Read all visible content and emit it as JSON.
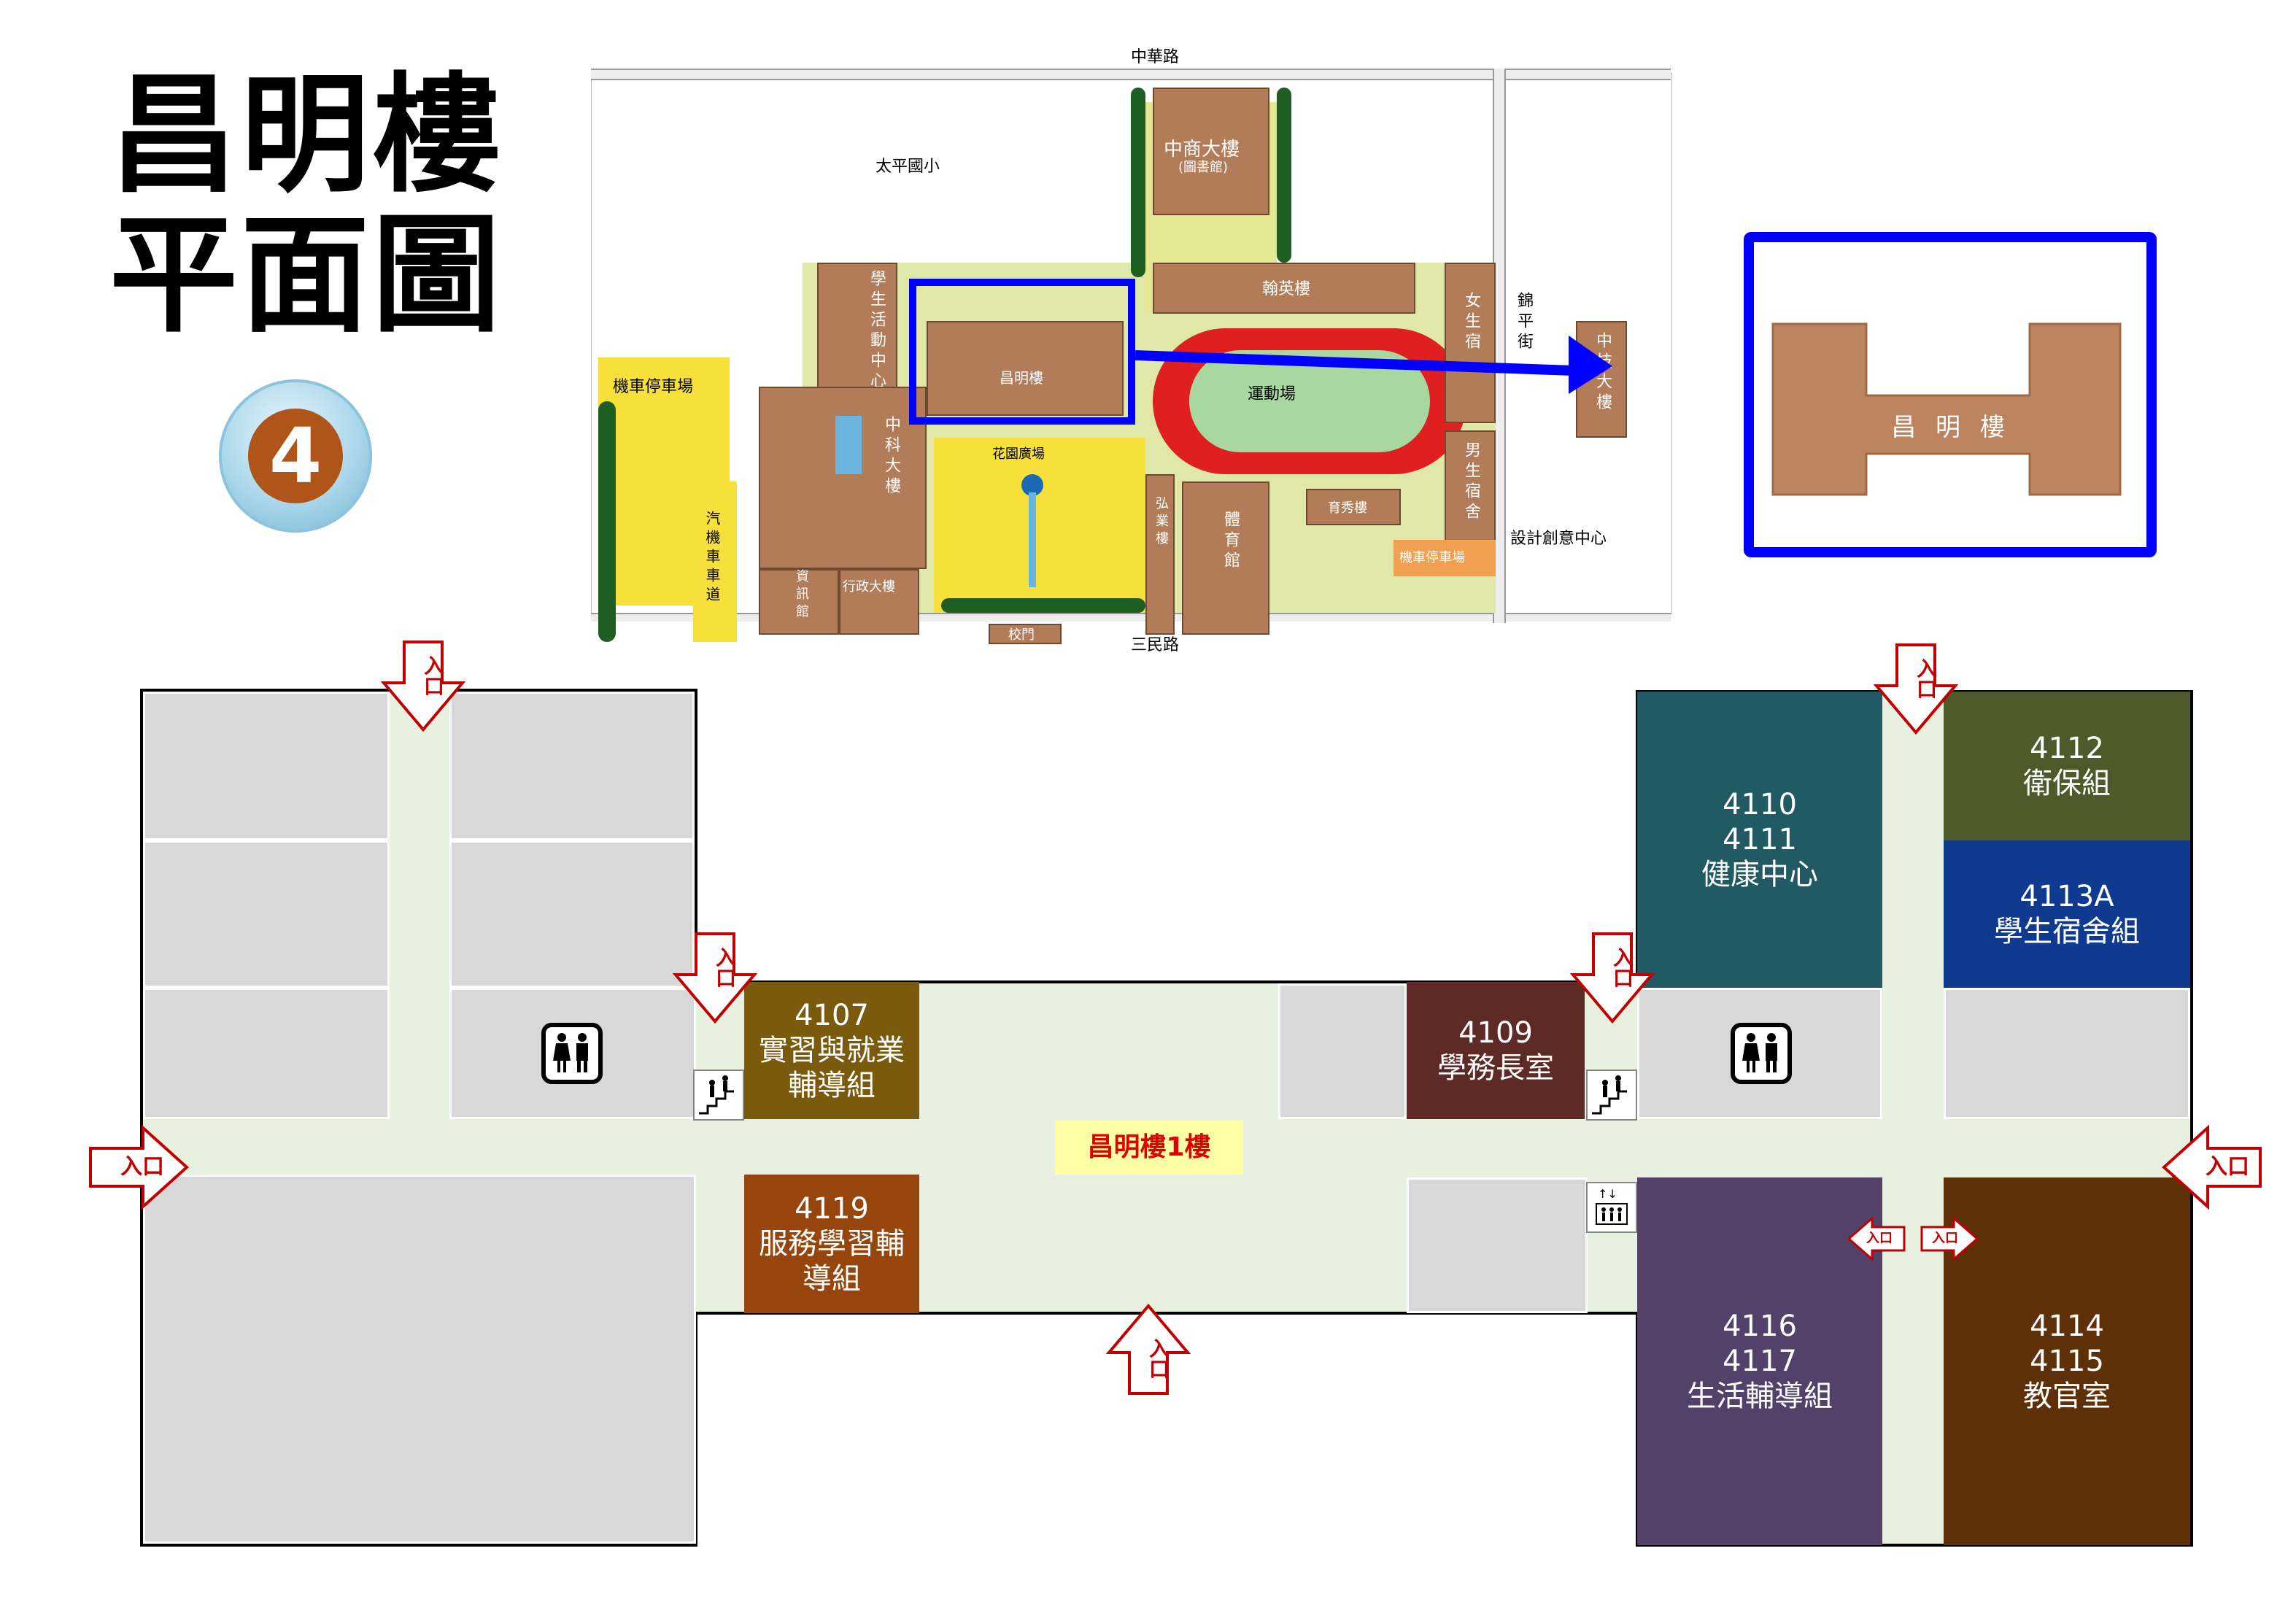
{
  "title": {
    "line1": "昌明樓",
    "line2": "平面圖",
    "badge": "4"
  },
  "campus_map": {
    "roads": {
      "top": "中華路",
      "bottom": "三民路",
      "right": "錦平街"
    },
    "labels": {
      "taiping": "太平國小",
      "zhongshang": "中商大樓",
      "library": "(圖書館)",
      "hanying": "翰英樓",
      "student_activity": "學生活動中心",
      "changming": "昌明樓",
      "sports_field": "運動場",
      "female_dorm": "女生宿",
      "zhongji": "中技大樓",
      "moto_parking": "機車停車場",
      "zhongke": "中科大樓",
      "garden_plaza": "花園廣場",
      "hongye": "弘業樓",
      "gym": "體育館",
      "yuxiu": "育秀樓",
      "male_dorm": "男生宿舍",
      "car_lane": "汽機車車道",
      "info_hall": "資訊館",
      "admin": "行政大樓",
      "gate": "校門",
      "moto_parking2": "機車停車場",
      "design_center": "設計創意中心"
    },
    "zoom_label": "昌 明 樓"
  },
  "floor_plan": {
    "floor_label": "昌明樓1樓",
    "entrance": "入口",
    "rooms": {
      "r4107": {
        "num": "4107",
        "line1": "實習與就業",
        "line2": "輔導組"
      },
      "r4109": {
        "num": "4109",
        "line1": "學務長室"
      },
      "r4119": {
        "num": "4119",
        "line1": "服務學習輔",
        "line2": "導組"
      },
      "r4110": {
        "num1": "4110",
        "num2": "4111",
        "line1": "健康中心"
      },
      "r4112": {
        "num": "4112",
        "line1": "衛保組"
      },
      "r4113a": {
        "num": "4113A",
        "line1": "學生宿舍組"
      },
      "r4116": {
        "num1": "4116",
        "num2": "4117",
        "line1": "生活輔導組"
      },
      "r4114": {
        "num1": "4114",
        "num2": "4115",
        "line1": "教官室"
      }
    },
    "colors": {
      "corridor": "#e8f1e0",
      "r4107": "#7a5a0c",
      "r4109": "#5e2a26",
      "r4119": "#96460c",
      "r4110": "#215a63",
      "r4112": "#4e5a2a",
      "r4113a": "#0f3a8f",
      "r4116": "#54416a",
      "r4114": "#5e3008",
      "floor_label_bg": "#ffffa6"
    }
  }
}
